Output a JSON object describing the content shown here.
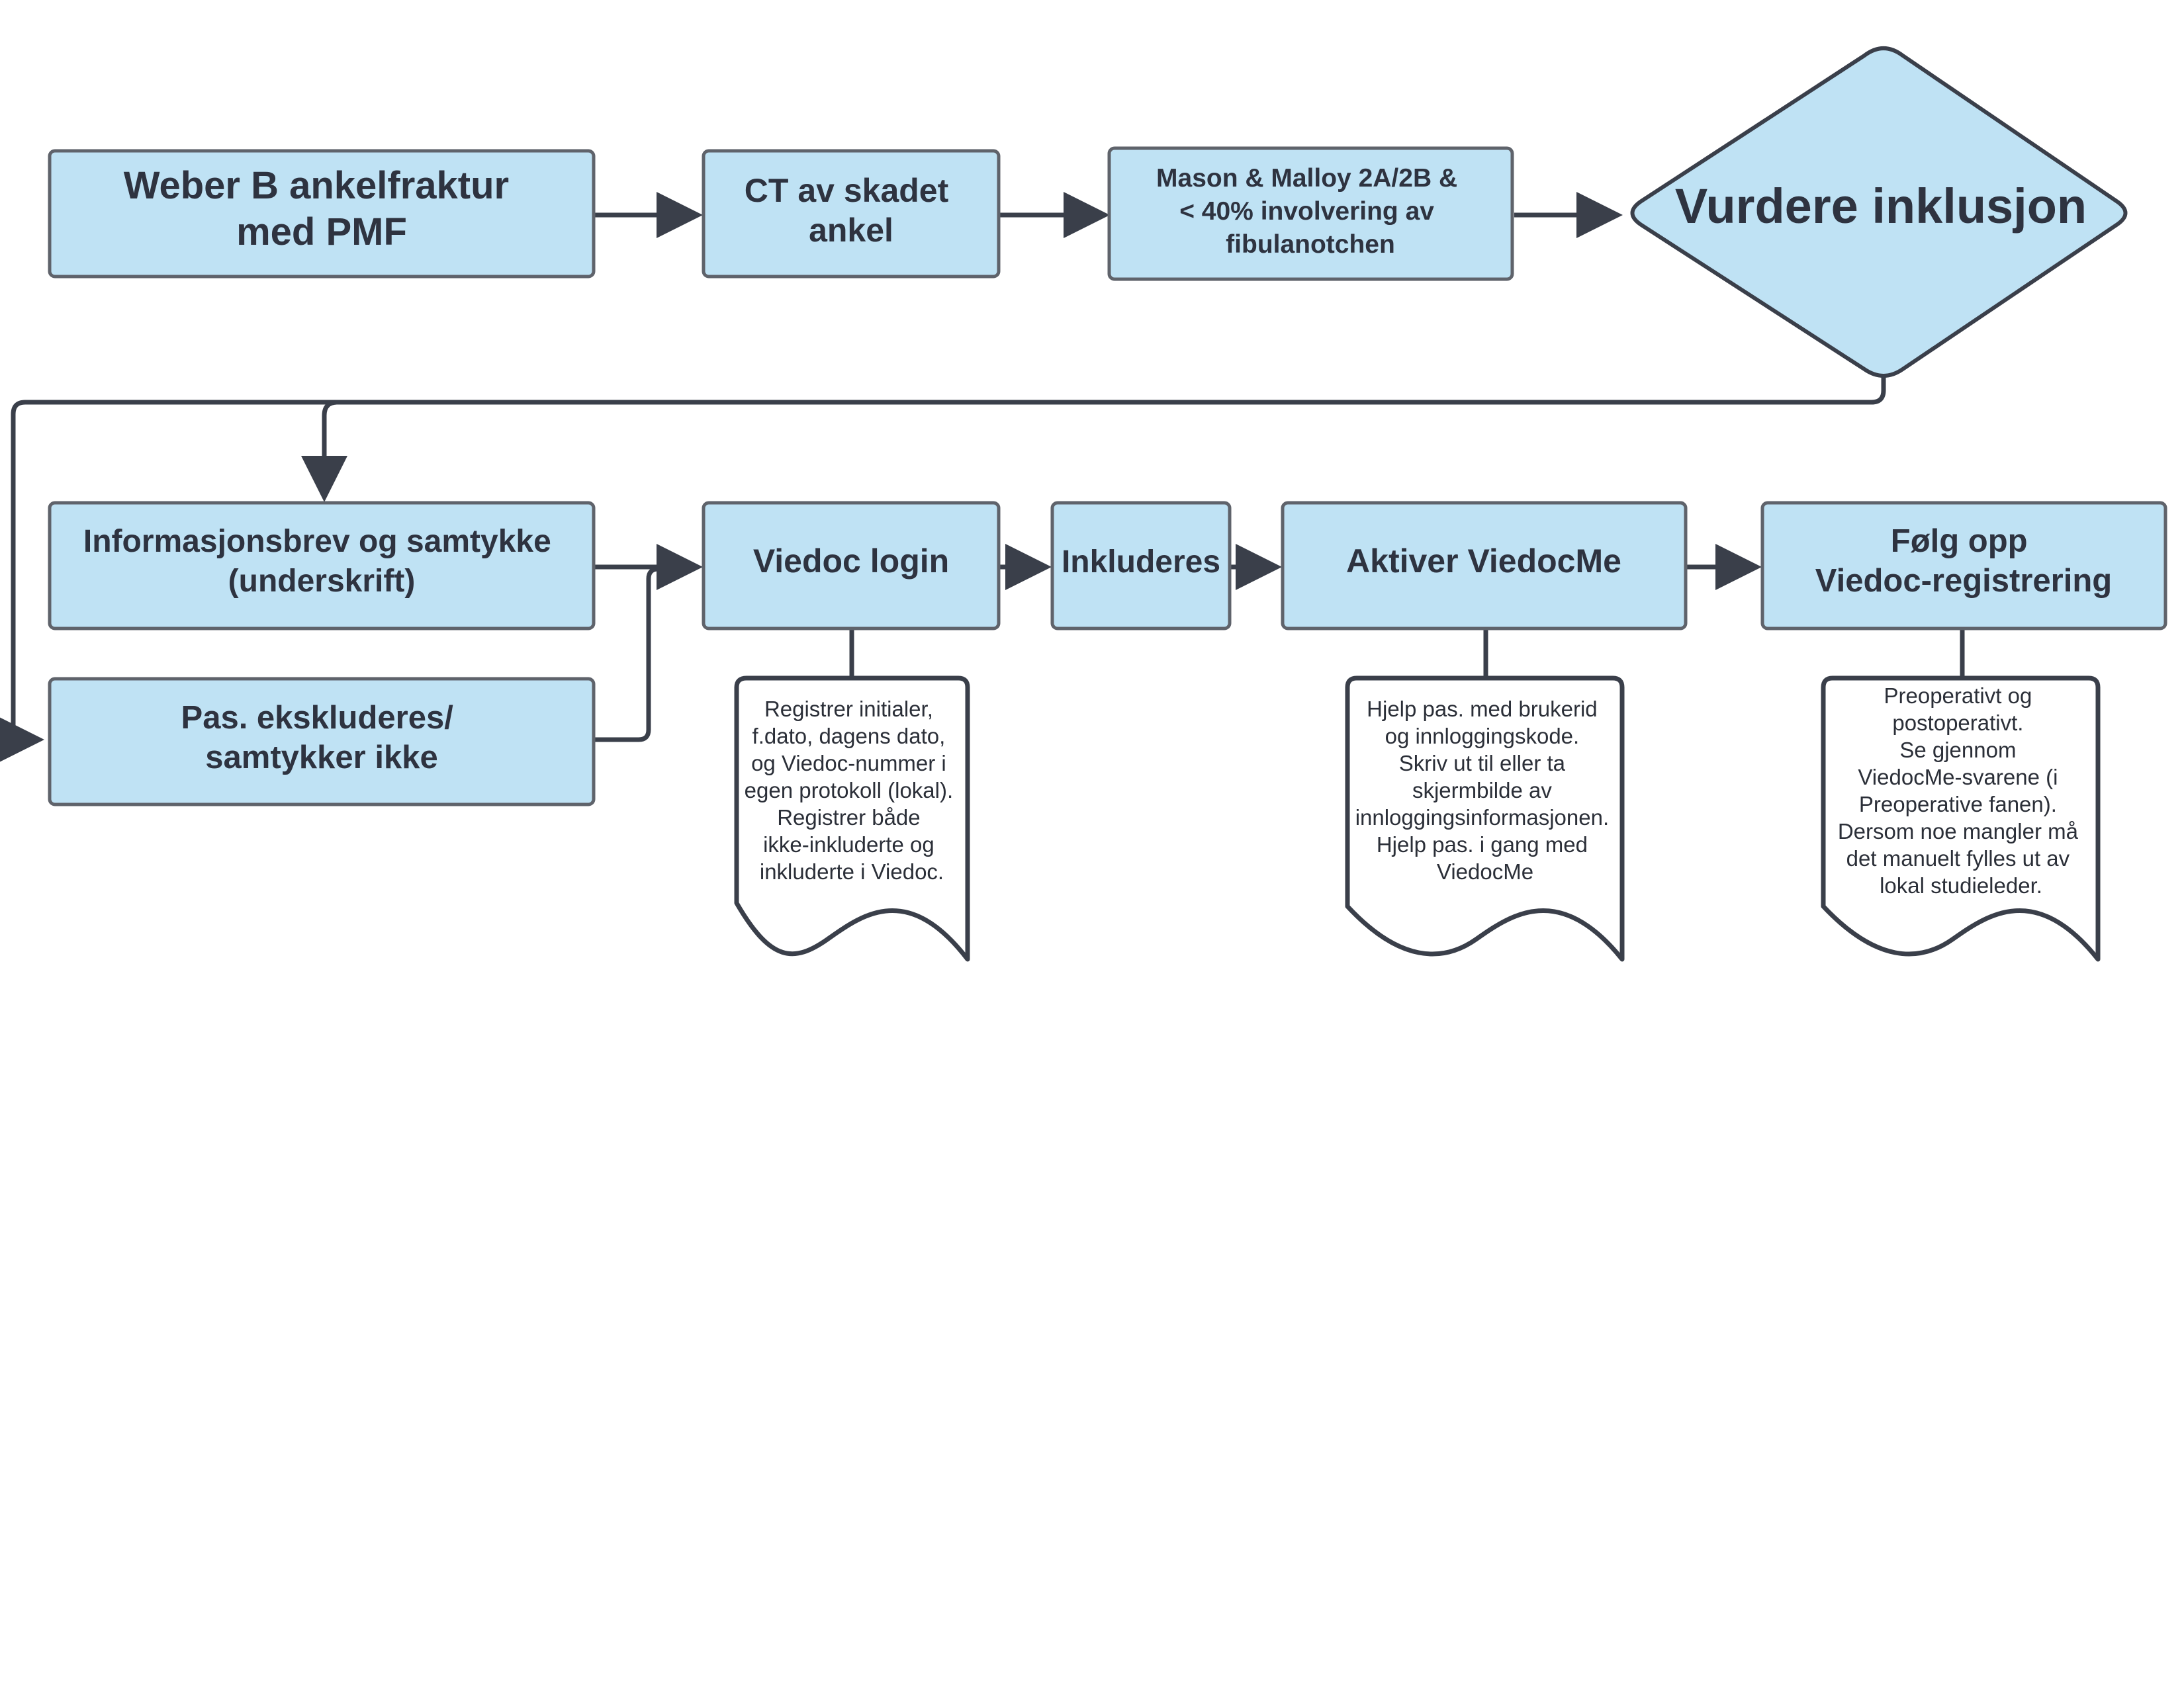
{
  "colors": {
    "fill": "#bfe2f4",
    "stroke": "#3a3f4a",
    "note_fill": "#ffffff",
    "text": "#2e3340"
  },
  "nodes": {
    "weber": [
      "Weber B ankelfraktur",
      "med PMF"
    ],
    "ct": [
      "CT av skadet",
      "ankel"
    ],
    "mason": [
      "Mason & Malloy 2A/2B  &",
      "< 40% involvering av",
      "fibulanotchen"
    ],
    "vurdere": [
      "Vurdere inklusjon"
    ],
    "info": [
      "Informasjonsbrev og samtykke",
      "(underskrift)"
    ],
    "ekskl": [
      "Pas. ekskluderes/",
      "samtykker ikke"
    ],
    "login": [
      "Viedoc login"
    ],
    "inkl": [
      "Inkluderes"
    ],
    "aktiver": [
      "Aktiver ViedocMe"
    ],
    "folg": [
      "Følg opp",
      "Viedoc-registrering"
    ]
  },
  "notes": {
    "login_note": [
      "Registrer initialer,",
      "f.dato, dagens dato,",
      "og Viedoc-nummer i",
      "egen protokoll (lokal).",
      "Registrer både",
      "ikke-inkluderte og",
      "inkluderte i Viedoc."
    ],
    "aktiver_note": [
      "Hjelp pas. med brukerid",
      "og innloggingskode.",
      "Skriv ut til eller ta",
      "skjermbilde av",
      "innloggingsinformasjonen.",
      "Hjelp pas. i gang med",
      "ViedocMe"
    ],
    "folg_note": [
      "Preoperativt og",
      "postoperativt.",
      "Se gjennom",
      "ViedocMe-svarene (i",
      "Preoperative fanen).",
      "Dersom noe mangler må",
      "det manuelt fylles ut av",
      "lokal studieleder."
    ]
  }
}
